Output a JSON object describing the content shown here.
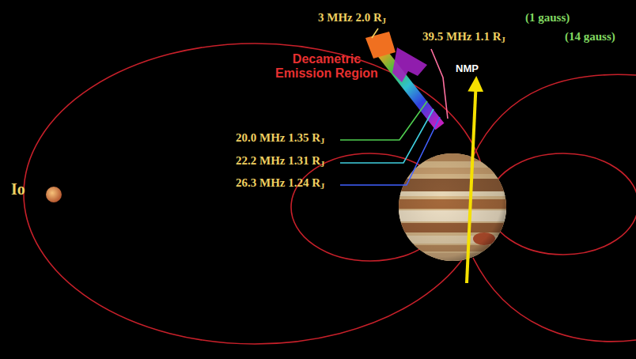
{
  "diagram": {
    "labels": [
      "3 MHz 2.0 RJ",
      "(1 gauss)",
      "39.5 MHz 1.1 RJ",
      "(14 gauss)",
      "Decametric Emission Region",
      "NMP",
      "20.0 MHz 1.35 RJ",
      "22.2 MHz 1.31 RJ",
      "26.3 MHz 1.24 RJ",
      "Io"
    ]
  }
}
